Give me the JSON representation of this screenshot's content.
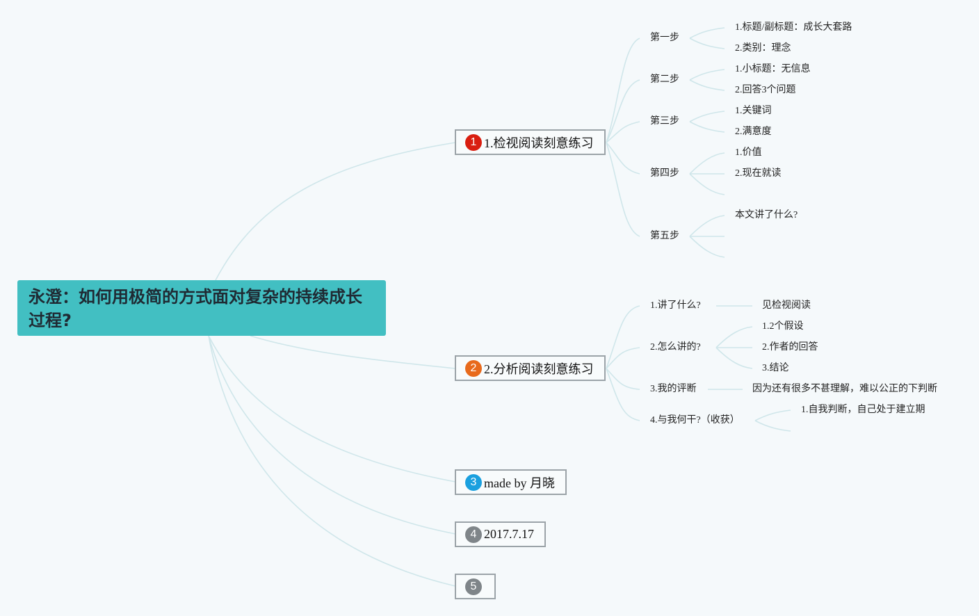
{
  "root": {
    "title": "永澄：如何用极简的方式面对复杂的持续成长过程?"
  },
  "branches": [
    {
      "number": "1",
      "badge_color": "#d91e10",
      "label": "1.检视阅读刻意练习"
    },
    {
      "number": "2",
      "badge_color": "#e86a1c",
      "label": "2.分析阅读刻意练习"
    },
    {
      "number": "3",
      "badge_color": "#1aa0df",
      "label": "made by 月晓"
    },
    {
      "number": "4",
      "badge_color": "#7f8589",
      "label": "2017.7.17"
    },
    {
      "number": "5",
      "badge_color": "#7f8589",
      "label": ""
    }
  ],
  "inspect_reading": {
    "steps": [
      {
        "label": "第一步",
        "items": [
          "1.标题/副标题：成长大套路",
          "2.类别：理念"
        ]
      },
      {
        "label": "第二步",
        "items": [
          "1.小标题：无信息",
          "2.回答3个问题"
        ]
      },
      {
        "label": "第三步",
        "items": [
          "1.关键词",
          "2.满意度"
        ]
      },
      {
        "label": "第四步",
        "items": [
          "1.价值",
          "2.现在就读"
        ]
      },
      {
        "label": "第五步",
        "items": [
          "本文讲了什么?"
        ]
      }
    ]
  },
  "analytic_reading": {
    "questions": [
      {
        "label": "1.讲了什么?",
        "items": [
          "见检视阅读"
        ]
      },
      {
        "label": "2.怎么讲的?",
        "items": [
          "1.2个假设",
          "2.作者的回答",
          "3.结论"
        ]
      },
      {
        "label": "3.我的评断",
        "items": [
          "因为还有很多不甚理解，难以公正的下判断"
        ]
      },
      {
        "label": "4.与我何干?（收获）",
        "items": [
          "1.自我判断，自己处于建立期"
        ]
      }
    ]
  },
  "colors": {
    "root_fill": "#42bfc2",
    "link": "#cfe6ea",
    "background": "#f5f9fb"
  }
}
